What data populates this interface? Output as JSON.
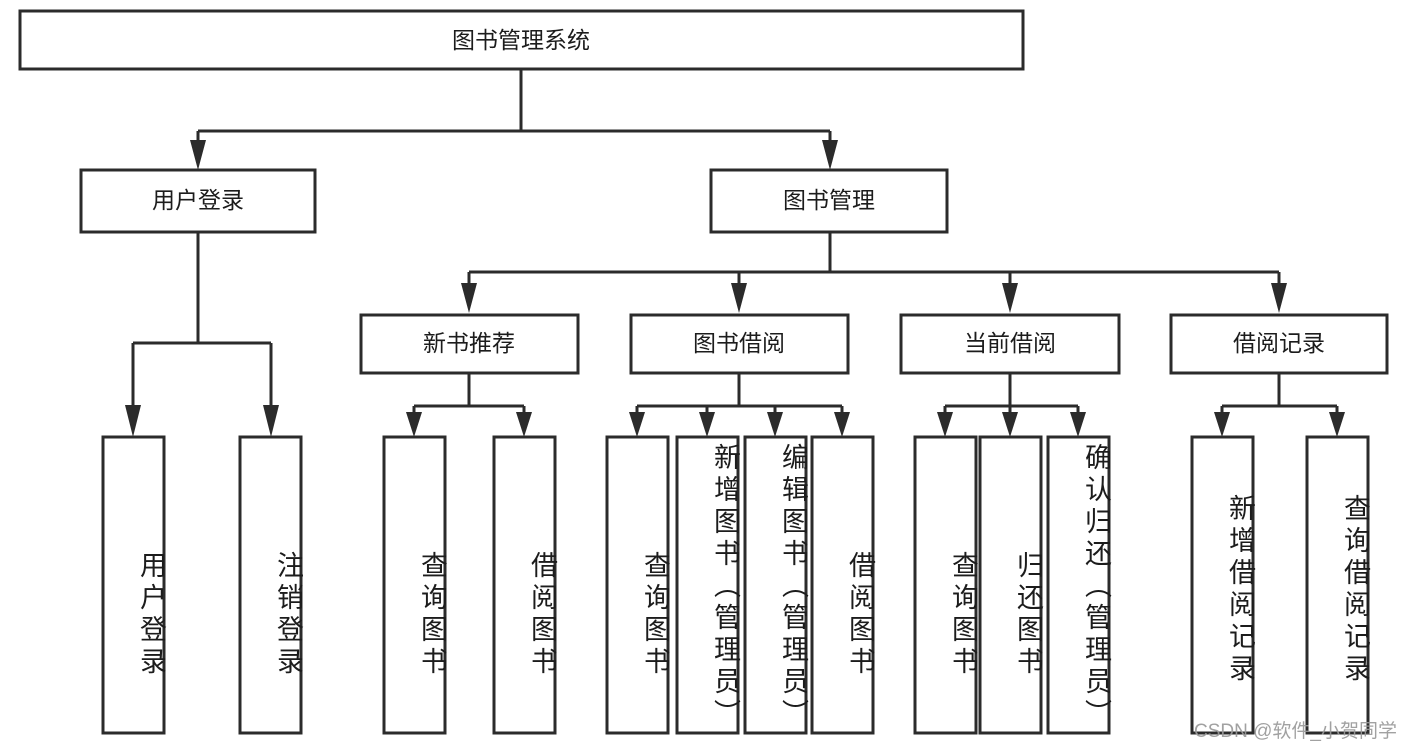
{
  "diagram": {
    "title": "图书管理系统",
    "type": "tree-hierarchy-flowchart",
    "watermark": "CSDN @软件_小贺同学",
    "colors": {
      "box_stroke": "#2b2b2b",
      "box_fill": "#ffffff",
      "text": "#1c1c1c",
      "background": "#ffffff",
      "watermark_text": "#9a9a9a"
    },
    "root": {
      "label": "图书管理系统"
    },
    "level2": [
      {
        "label": "用户登录"
      },
      {
        "label": "图书管理"
      }
    ],
    "level3": [
      {
        "label": "新书推荐"
      },
      {
        "label": "图书借阅"
      },
      {
        "label": "当前借阅"
      },
      {
        "label": "借阅记录"
      }
    ],
    "leaves": {
      "user_login": [
        {
          "label": "用户登录"
        },
        {
          "label": "注销登录"
        }
      ],
      "new_book_recommend": [
        {
          "label": "查询图书"
        },
        {
          "label": "借阅图书"
        }
      ],
      "book_borrow": [
        {
          "label": "查询图书"
        },
        {
          "label": "新增图书（管理员）"
        },
        {
          "label": "编辑图书（管理员）"
        },
        {
          "label": "借阅图书"
        }
      ],
      "current_borrow": [
        {
          "label": "查询图书"
        },
        {
          "label": "归还图书"
        },
        {
          "label": "确认归还（管理员）"
        }
      ],
      "borrow_record": [
        {
          "label": "新增借阅记录"
        },
        {
          "label": "查询借阅记录"
        }
      ]
    }
  }
}
